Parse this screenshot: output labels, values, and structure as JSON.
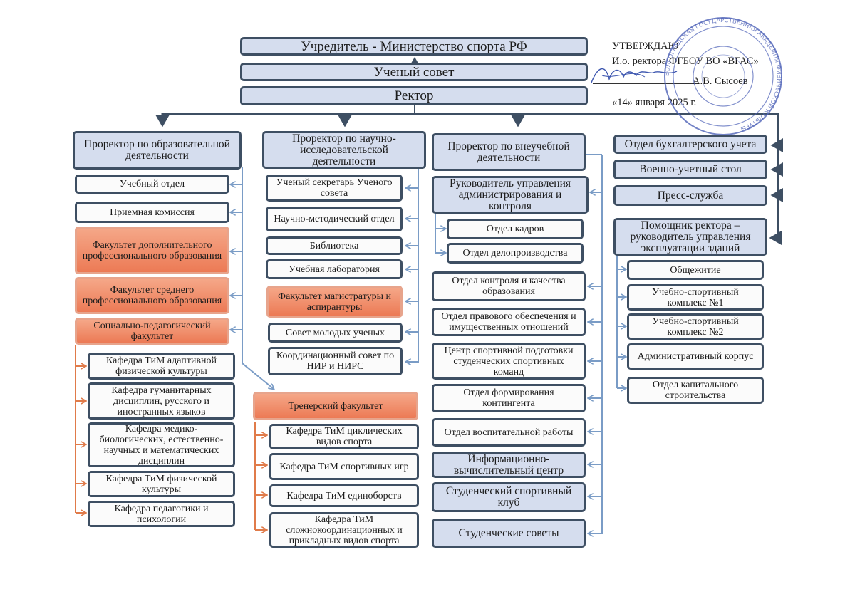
{
  "approval": {
    "title": "УТВЕРЖДАЮ",
    "position": "И.о. ректора ФГБОУ ВО «ВГАС»",
    "name": "А.В. Сысоев",
    "date": "«14» января 2025 г.",
    "stamp_text": "ВОЛГОГРАДСКАЯ ГОСУДАРСТВЕННАЯ АКАДЕМИЯ ФИЗИЧЕСКОЙ КУЛЬТУРЫ"
  },
  "top": {
    "founder": "Учредитель - Министерство спорта РФ",
    "council": "Ученый совет",
    "rector": "Ректор"
  },
  "col1": {
    "head": "Проректор по образовательной деятельности",
    "items": [
      "Учебный отдел",
      "Приемная комиссия"
    ],
    "faculties": [
      "Факультет дополнительного профессионального образования",
      "Факультет среднего профессионального образования"
    ],
    "social_faculty": "Социально-педагогический факультет",
    "departments": [
      "Кафедра ТиМ адаптивной физической культуры",
      "Кафедра гуманитарных дисциплин, русского и иностранных языков",
      "Кафедра медико-биологических, естественно-научных и математических дисциплин",
      "Кафедра ТиМ физической культуры",
      "Кафедра педагогики и психологии"
    ]
  },
  "col2": {
    "head": "Проректор по научно-исследовательской деятельности",
    "items": [
      "Ученый секретарь Ученого совета",
      "Научно-методический отдел",
      "Библиотека",
      "Учебная лаборатория"
    ],
    "faculty": "Факультет магистратуры и аспирантуры",
    "items2": [
      "Совет молодых ученых",
      "Координационный совет по НИР и НИРС"
    ],
    "coach_faculty": "Тренерский факультет",
    "departments": [
      "Кафедра ТиМ циклических видов спорта",
      "Кафедра ТиМ спортивных игр",
      "Кафедра ТиМ единоборств",
      "Кафедра ТиМ сложнокоординационных и прикладных видов спорта"
    ]
  },
  "col3": {
    "head": "Проректор по внеучебной деятельности",
    "admin": "Руководитель управления администрирования и контроля",
    "admin_items": [
      "Отдел кадров",
      "Отдел делопроизводства"
    ],
    "items": [
      "Отдел контроля и качества образования",
      "Отдел правового обеспечения и имущественных отношений",
      "Центр спортивной подготовки студенческих спортивных команд",
      "Отдел формирования контингента",
      "Отдел воспитательной работы",
      "Информационно-вычислительный центр",
      "Студенческий спортивный клуб",
      "Студенческие советы"
    ]
  },
  "col4": {
    "items": [
      "Отдел бухгалтерского учета",
      "Военно-учетный стол",
      "Пресс-служба"
    ],
    "assistant": "Помощник ректора – руководитель управления эксплуатации зданий",
    "sub": [
      "Общежитие",
      "Учебно-спортивный комплекс №1",
      "Учебно-спортивный комплекс №2",
      "Административный корпус",
      "Отдел капитального строительства"
    ]
  },
  "colors": {
    "dark": "#3e4f63",
    "blue_line": "#7a9cc6",
    "orange_line": "#e07b4a",
    "header_fill": "#d5ddee",
    "orange_fill": "#ee835d",
    "stamp": "#4f63b8"
  }
}
